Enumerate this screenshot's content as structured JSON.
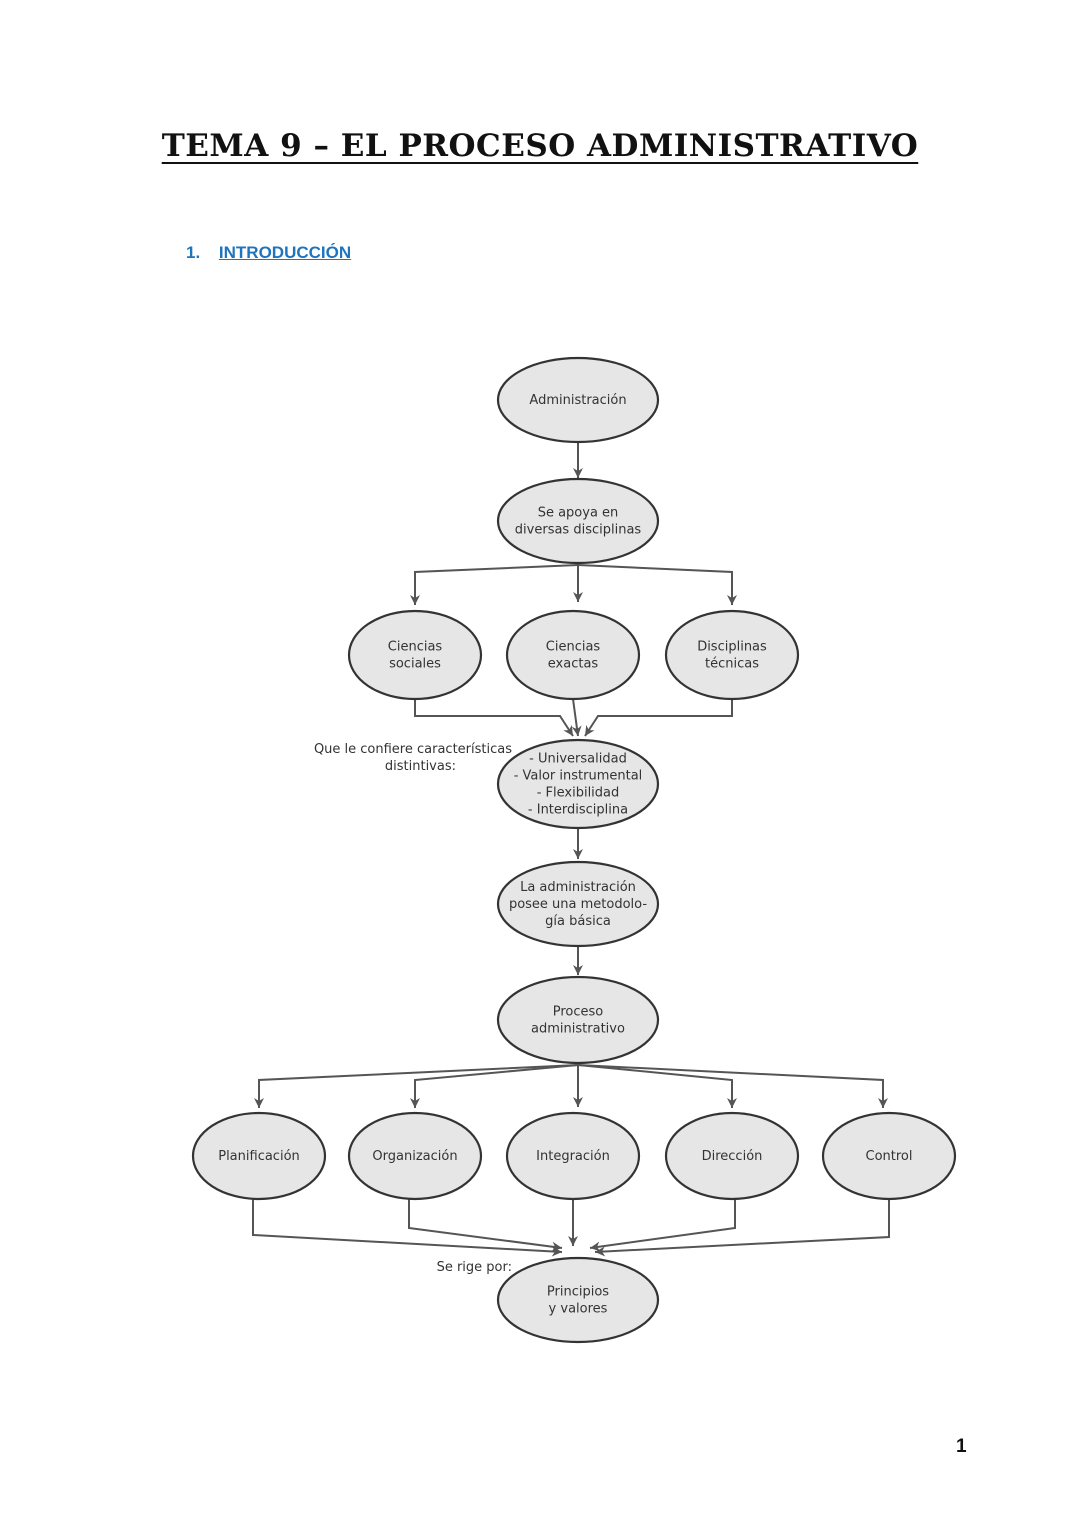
{
  "title": "TEMA 9  – EL PROCESO ADMINISTRATIVO",
  "section": {
    "number": "1.",
    "label": "INTRODUCCIÓN"
  },
  "diagram": {
    "nodes": {
      "administracion": [
        "Administración"
      ],
      "disciplinas": [
        "Se apoya en",
        "diversas disciplinas"
      ],
      "sociales": [
        "Ciencias",
        "sociales"
      ],
      "exactas": [
        "Ciencias",
        "exactas"
      ],
      "tecnicas": [
        "Disciplinas",
        "técnicas"
      ],
      "caracteristicas": [
        "- Universalidad",
        "- Valor instrumental",
        "- Flexibilidad",
        "- Interdisciplina"
      ],
      "metodologia": [
        "La administración",
        "posee una metodolo-",
        "gía básica"
      ],
      "proceso": [
        "Proceso",
        "administrativo"
      ],
      "planificacion": [
        "Planificación"
      ],
      "organizacion": [
        "Organización"
      ],
      "integracion": [
        "Integración"
      ],
      "direccion": [
        "Dirección"
      ],
      "control": [
        "Control"
      ],
      "principios": [
        "Principios",
        "y valores"
      ]
    },
    "side_labels": {
      "confiere": [
        "Que le confiere características",
        "distintivas:"
      ],
      "rige": [
        "Se rige por:"
      ]
    }
  },
  "page_number": "1"
}
